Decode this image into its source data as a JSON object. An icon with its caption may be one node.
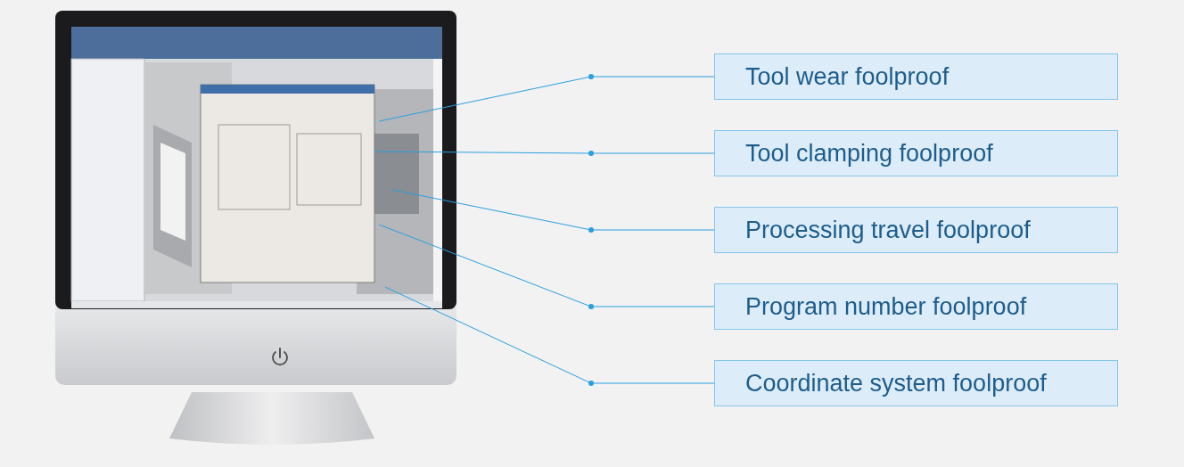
{
  "diagram": {
    "nodes": [
      {
        "text": [
          "Tool wear foolproof"
        ]
      },
      {
        "text": [
          "Tool clamping foolproof"
        ]
      },
      {
        "text": [
          "Processing travel foolproof"
        ]
      },
      {
        "text": [
          "Program number foolproof"
        ]
      },
      {
        "text": [
          "Coordinate system foolproof"
        ]
      }
    ],
    "edges": [
      {
        "from": 0,
        "to": null,
        "arrow": "none"
      },
      {
        "from": 1,
        "to": null,
        "arrow": "none"
      },
      {
        "from": 2,
        "to": null,
        "arrow": "none"
      },
      {
        "from": 3,
        "to": null,
        "arrow": "none"
      },
      {
        "from": 4,
        "to": null,
        "arrow": "none"
      }
    ]
  }
}
